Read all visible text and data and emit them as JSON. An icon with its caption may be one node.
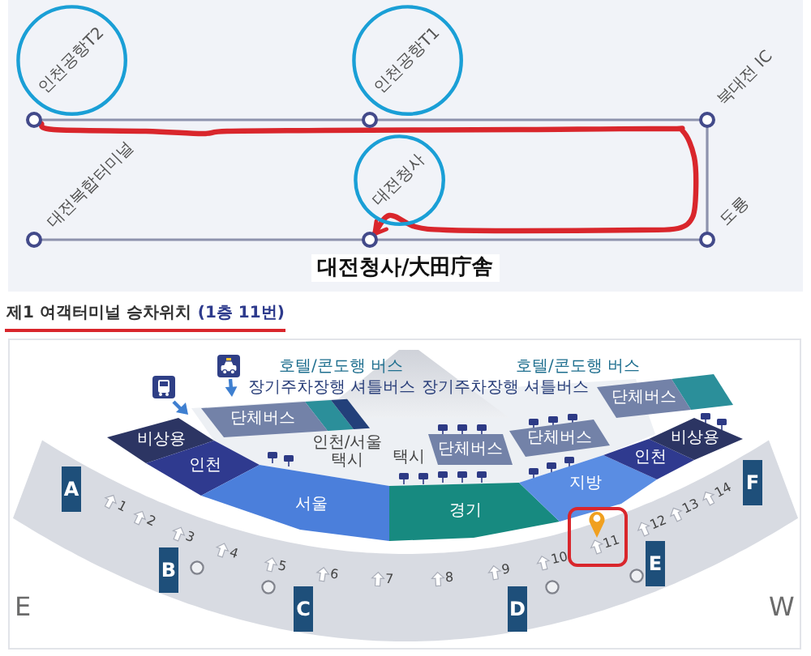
{
  "diagram": {
    "nodes": [
      {
        "text": [],
        "shape": "circle",
        "beside": [
          "인천공항T2"
        ]
      },
      {
        "text": [],
        "shape": "circle",
        "beside": [
          "인천공항T1"
        ]
      },
      {
        "text": [],
        "shape": "circle",
        "beside": [
          "북대전 IC"
        ]
      },
      {
        "text": [],
        "shape": "circle",
        "beside": [
          "대전복합터미널"
        ]
      },
      {
        "text": [],
        "shape": "circle",
        "beside": [
          "대전청사"
        ]
      },
      {
        "text": [],
        "shape": "circle",
        "beside": [
          "도룡"
        ]
      },
      {
        "text": [
          "단체버스"
        ]
      },
      {
        "text": [
          "단체버스"
        ]
      },
      {
        "text": [
          "단체버스"
        ]
      },
      {
        "text": [
          "단체버스"
        ]
      },
      {
        "text": [
          "비상용"
        ]
      },
      {
        "text": [
          "인천"
        ]
      },
      {
        "text": [
          "서울"
        ]
      },
      {
        "text": [
          "경기"
        ]
      },
      {
        "text": [
          "지방"
        ]
      },
      {
        "text": [
          "인천"
        ]
      },
      {
        "text": [
          "비상용"
        ]
      },
      {
        "text": [
          "A"
        ]
      },
      {
        "text": [
          "B"
        ]
      },
      {
        "text": [
          "C"
        ]
      },
      {
        "text": [
          "D"
        ]
      },
      {
        "text": [
          "E"
        ]
      },
      {
        "text": [
          "F"
        ]
      },
      {
        "text": [
          "11"
        ]
      }
    ],
    "edges": [
      {
        "from": 0,
        "to": 1,
        "arrow": "none"
      },
      {
        "from": 1,
        "to": 2,
        "arrow": "none"
      },
      {
        "from": 2,
        "to": 5,
        "arrow": "none"
      },
      {
        "from": 5,
        "to": 4,
        "arrow": "none"
      },
      {
        "from": 4,
        "to": 3,
        "arrow": "none"
      },
      {
        "from": 0,
        "to": 4,
        "arrow": "to",
        "style": "thick",
        "color": "#d9262c"
      }
    ],
    "labels": [
      "대전청사/大田庁舎",
      "제1 여객터미널 승차위치",
      "(1층 11번)",
      "호텔/콘도행 버스",
      "장기주차장행 셔틀버스",
      "장기주차장행 셔틀버스",
      "호텔/콘도행 버스",
      "인천/서울 택시",
      "택시",
      "1",
      "2",
      "3",
      "4",
      "5",
      "6",
      "7",
      "8",
      "9",
      "10",
      "12",
      "13",
      "14",
      "E",
      "W"
    ]
  }
}
